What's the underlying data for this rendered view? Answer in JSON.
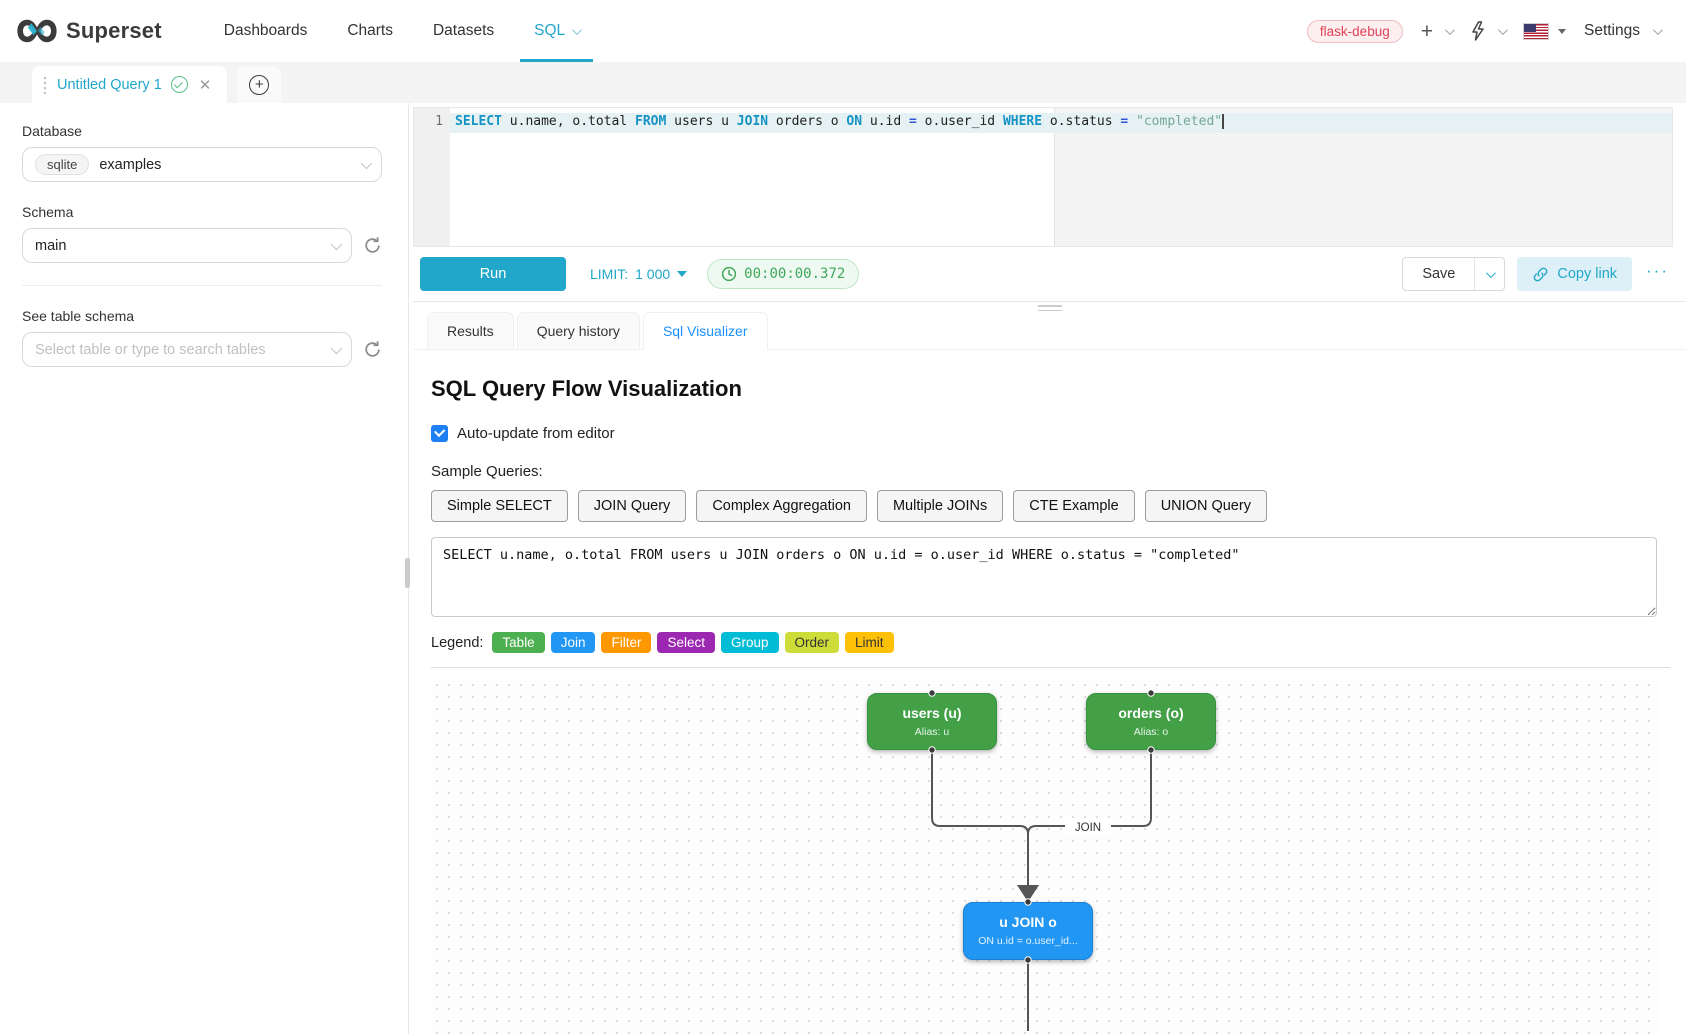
{
  "navbar": {
    "brand": "Superset",
    "items": [
      {
        "label": "Dashboards"
      },
      {
        "label": "Charts"
      },
      {
        "label": "Datasets"
      },
      {
        "label": "SQL"
      }
    ],
    "env_badge": "flask-debug",
    "settings_label": "Settings",
    "accent_color": "#20a7c9",
    "badge_color": "#e04355"
  },
  "query_tab": {
    "title": "Untitled Query 1"
  },
  "sidebar": {
    "database_label": "Database",
    "database_engine": "sqlite",
    "database_name": "examples",
    "schema_label": "Schema",
    "schema_value": "main",
    "table_label": "See table schema",
    "table_placeholder": "Select table or type to search tables"
  },
  "sql_editor": {
    "line_number": "1",
    "tokens": [
      {
        "text": "SELECT",
        "type": "keyword"
      },
      {
        "text": " u.name, o.total ",
        "type": "identifier"
      },
      {
        "text": "FROM",
        "type": "keyword"
      },
      {
        "text": " users u ",
        "type": "identifier"
      },
      {
        "text": "JOIN",
        "type": "keyword"
      },
      {
        "text": " orders o ",
        "type": "identifier"
      },
      {
        "text": "ON",
        "type": "keyword"
      },
      {
        "text": " u.id ",
        "type": "identifier"
      },
      {
        "text": "=",
        "type": "operator"
      },
      {
        "text": " o.user_id ",
        "type": "identifier"
      },
      {
        "text": "WHERE",
        "type": "keyword"
      },
      {
        "text": " o.status ",
        "type": "identifier"
      },
      {
        "text": "=",
        "type": "operator"
      },
      {
        "text": " ",
        "type": "identifier"
      },
      {
        "text": "\"completed\"",
        "type": "string"
      }
    ]
  },
  "toolbar": {
    "run_label": "Run",
    "limit_label": "LIMIT:",
    "limit_value": "1 000",
    "timer": "00:00:00.372",
    "timer_color": "#41a75b",
    "save_label": "Save",
    "copy_link_label": "Copy link",
    "more_label": "···"
  },
  "result_tabs": [
    {
      "label": "Results",
      "active": false
    },
    {
      "label": "Query history",
      "active": false
    },
    {
      "label": "Sql Visualizer",
      "active": true
    }
  ],
  "visualizer": {
    "title": "SQL Query Flow Visualization",
    "auto_update_label": "Auto-update from editor",
    "auto_update_checked": true,
    "sample_queries_label": "Sample Queries:",
    "sample_queries": [
      {
        "label": "Simple SELECT"
      },
      {
        "label": "JOIN Query"
      },
      {
        "label": "Complex Aggregation"
      },
      {
        "label": "Multiple JOINs"
      },
      {
        "label": "CTE Example"
      },
      {
        "label": "UNION Query"
      }
    ],
    "query_text": "SELECT u.name, o.total FROM users u JOIN orders o ON u.id = o.user_id WHERE o.status = \"completed\"",
    "legend_label": "Legend:",
    "legend": [
      {
        "label": "Table",
        "color": "#4CAF50"
      },
      {
        "label": "Join",
        "color": "#2196F3"
      },
      {
        "label": "Filter",
        "color": "#FF9800"
      },
      {
        "label": "Select",
        "color": "#9C27B0"
      },
      {
        "label": "Group",
        "color": "#00BCD4"
      },
      {
        "label": "Order",
        "color": "#CDDC39"
      },
      {
        "label": "Limit",
        "color": "#FFC107"
      }
    ],
    "diagram": {
      "nodes": [
        {
          "id": "users",
          "title": "users (u)",
          "subtitle": "Alias: u",
          "color": "#43a047"
        },
        {
          "id": "orders",
          "title": "orders (o)",
          "subtitle": "Alias: o",
          "color": "#43a047"
        },
        {
          "id": "join",
          "title": "u JOIN o",
          "subtitle": "ON u.id = o.user_id...",
          "color": "#2196f3"
        }
      ],
      "edge_label": "JOIN",
      "edge_color": "#555555"
    }
  }
}
